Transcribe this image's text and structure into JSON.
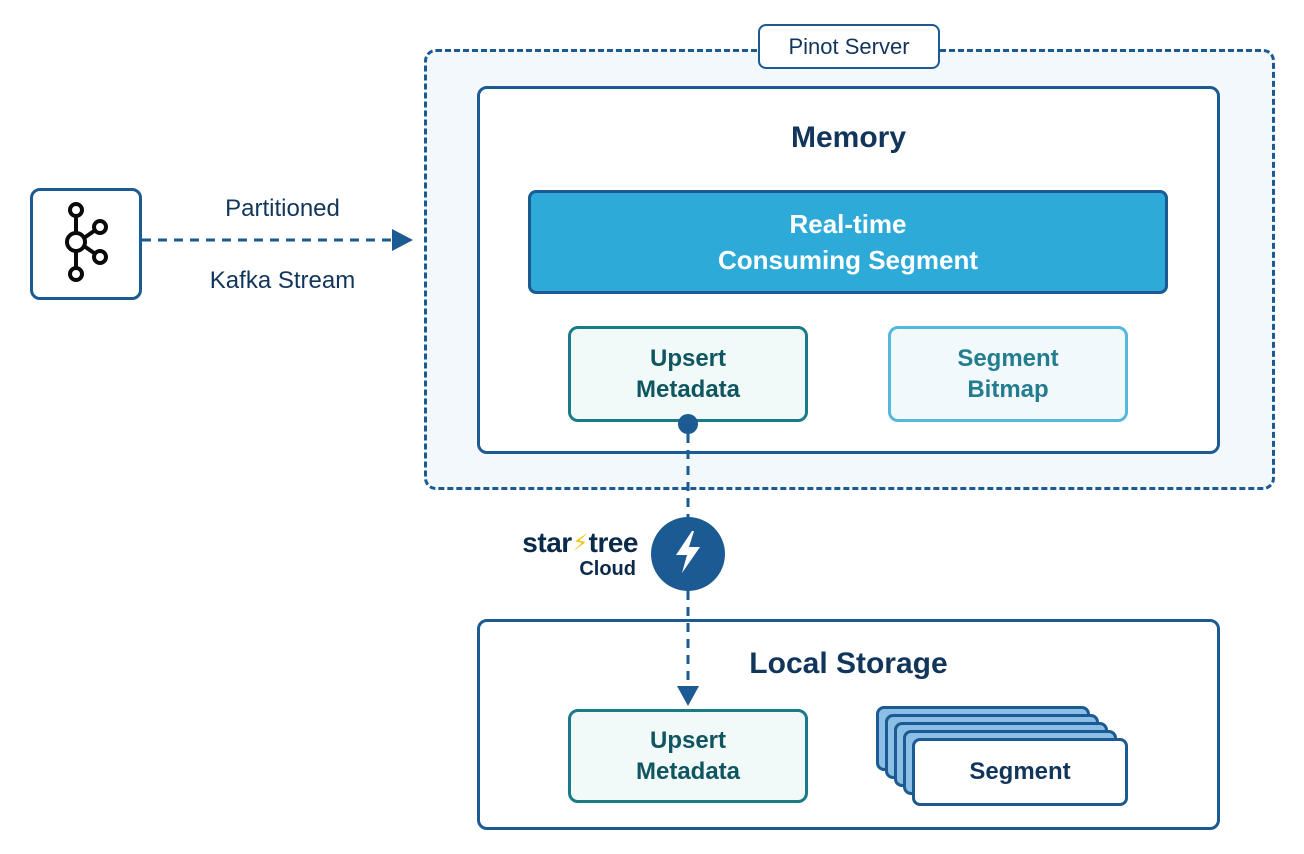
{
  "server": {
    "label": "Pinot Server"
  },
  "memory": {
    "title": "Memory",
    "consuming_segment": {
      "line1": "Real-time",
      "line2": "Consuming Segment"
    },
    "upsert_metadata": {
      "line1": "Upsert",
      "line2": "Metadata"
    },
    "segment_bitmap": {
      "line1": "Segment",
      "line2": "Bitmap"
    }
  },
  "source": {
    "icon": "kafka-icon",
    "label_top": "Partitioned",
    "label_bottom": "Kafka Stream"
  },
  "brand": {
    "name_part1": "star",
    "name_part2": "tree",
    "sub": "Cloud",
    "badge_icon": "lightning-icon"
  },
  "local_storage": {
    "title": "Local Storage",
    "upsert_metadata": {
      "line1": "Upsert",
      "line2": "Metadata"
    },
    "segment": "Segment"
  },
  "colors": {
    "navy": "#1b5a93",
    "text_navy": "#12355b",
    "accent_blue": "#2eaad9",
    "teal": "#197b85",
    "brand_yellow": "#f4c30c"
  }
}
